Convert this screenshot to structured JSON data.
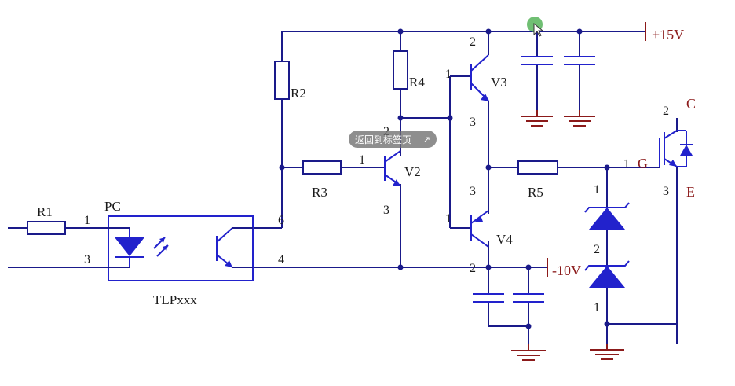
{
  "labels": {
    "r1": "R1",
    "r2": "R2",
    "r3": "R3",
    "r4": "R4",
    "r5": "R5",
    "v2": "V2",
    "v3": "V3",
    "v4": "V4",
    "pc": "PC",
    "opto_part": "TLPxxx",
    "plus15": "+15V",
    "minus10": "-10V",
    "c": "C",
    "g": "G",
    "e": "E"
  },
  "pins": {
    "pc_1": "1",
    "pc_3": "3",
    "pc_6": "6",
    "pc_4": "4",
    "v2_1": "1",
    "v2_2": "2",
    "v2_3": "3",
    "v3_1": "1",
    "v3_2": "2",
    "v3_3": "3",
    "v4_1": "1",
    "v4_2": "2",
    "v4_3": "3",
    "igbt_1": "1",
    "igbt_2": "2",
    "igbt_3": "3",
    "z1_1": "1",
    "z1_2": "2",
    "z2_1": "1"
  },
  "overlay": {
    "back_label": "返回到标签页",
    "ext_icon": "↗"
  },
  "colors": {
    "wire": "#1a1a8a",
    "component": "#2222cc",
    "ground": "#8b1a1a",
    "cursor_dot": "#4caf50"
  }
}
